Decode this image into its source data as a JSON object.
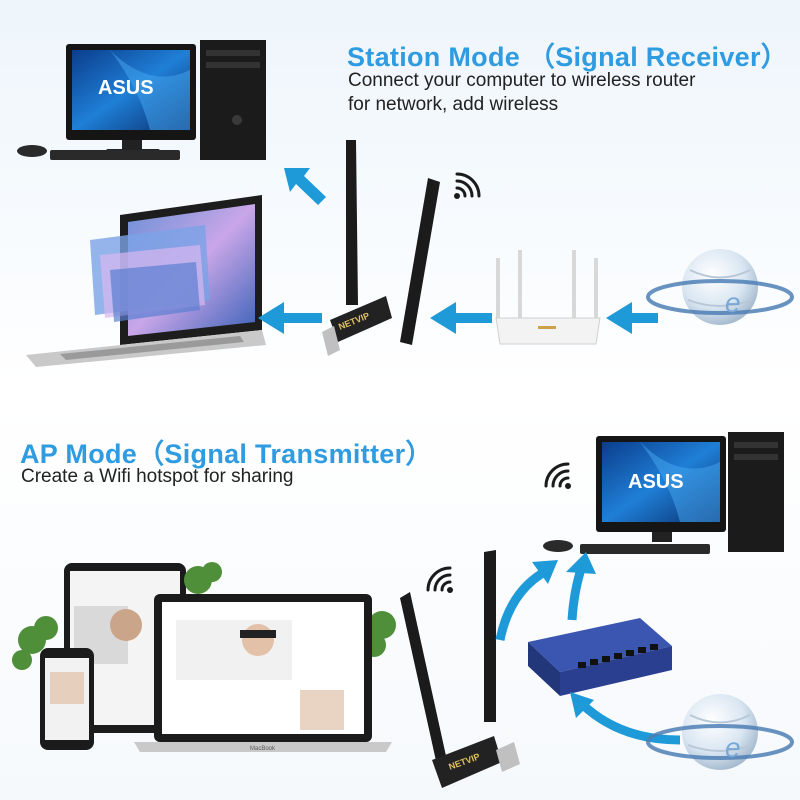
{
  "station": {
    "title": "Station Mode （Signal Receiver）",
    "desc_line1": "Connect your computer to wireless router",
    "desc_line2": "for network, add wireless"
  },
  "ap": {
    "title": "AP Mode（Signal Transmitter）",
    "desc": "Create a Wifi hotspot for sharing"
  },
  "brand": {
    "monitor_logo": "ASUS",
    "adapter_logo": "NETVIP",
    "laptop_label": "MacBook"
  },
  "colors": {
    "accent": "#2f9be0",
    "arrow": "#1e9ad8",
    "device": "#1b1b1b",
    "switch": "#2a3f8f"
  }
}
